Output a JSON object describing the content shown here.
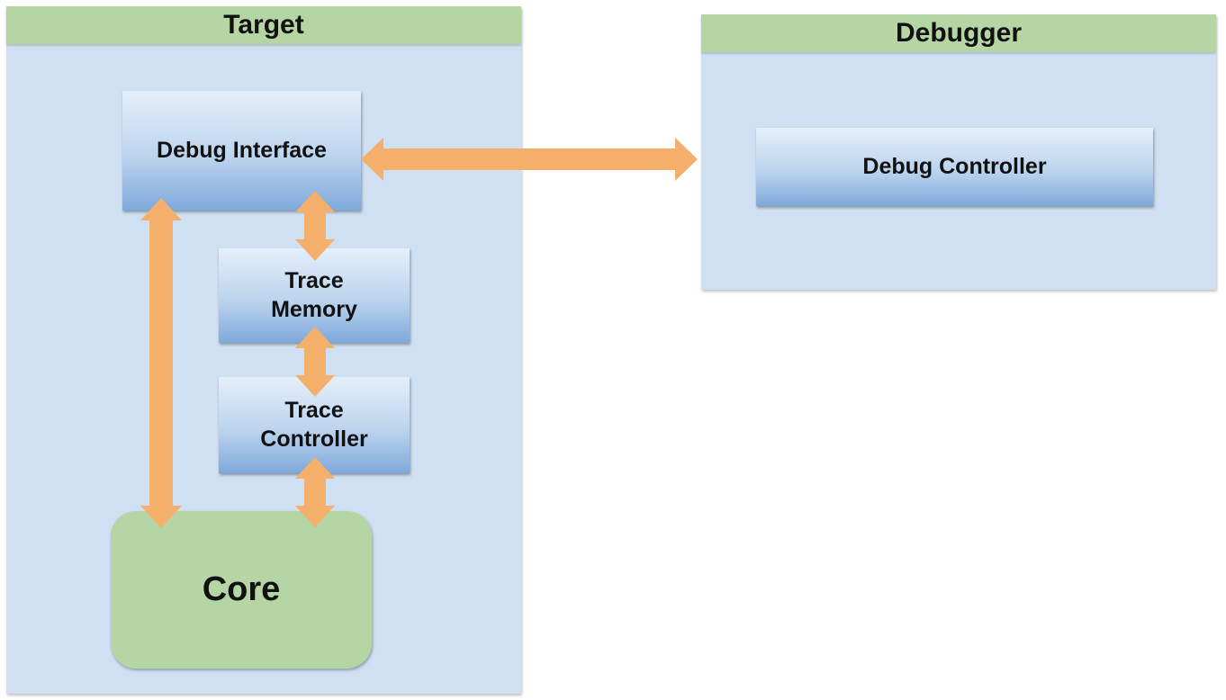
{
  "panels": {
    "target": {
      "title": "Target"
    },
    "debugger": {
      "title": "Debugger"
    }
  },
  "blocks": {
    "debug_interface": "Debug Interface",
    "trace_memory": [
      "Trace",
      "Memory"
    ],
    "trace_controller": [
      "Trace",
      "Controller"
    ],
    "core": "Core",
    "debug_controller": "Debug Controller"
  },
  "colors": {
    "panel_fill": "#cfe0f2",
    "header_fill": "#b5d6a4",
    "core_fill": "#b5d6a4",
    "arrow_fill": "#f4b06a",
    "block_gradient_top": "#e4effa",
    "block_gradient_bottom": "#7fa9da"
  }
}
